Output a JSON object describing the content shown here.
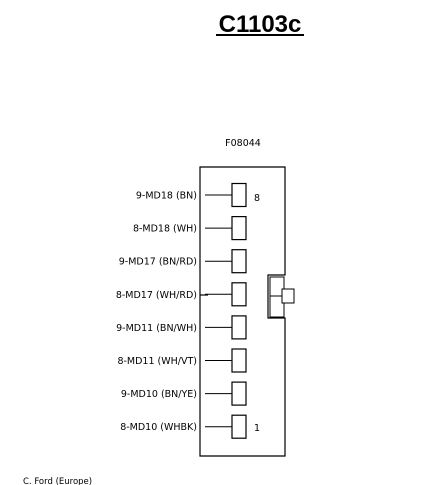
{
  "title": "C1103c",
  "part_number": "F08044",
  "pins": [
    {
      "label": "9-MD18 (BN)"
    },
    {
      "label": "8-MD18 (WH)"
    },
    {
      "label": "9-MD17 (BN/RD)"
    },
    {
      "label": "8-MD17 (WH/RD)"
    },
    {
      "label": "9-MD11 (BN/WH)"
    },
    {
      "label": "8-MD11 (WH/VT)"
    },
    {
      "label": "9-MD10 (BN/YE)"
    },
    {
      "label": "8-MD10 (WHBK)"
    }
  ],
  "pin_number_top": "8",
  "pin_number_bottom": "1",
  "copyright": "C. Ford (Europe)"
}
